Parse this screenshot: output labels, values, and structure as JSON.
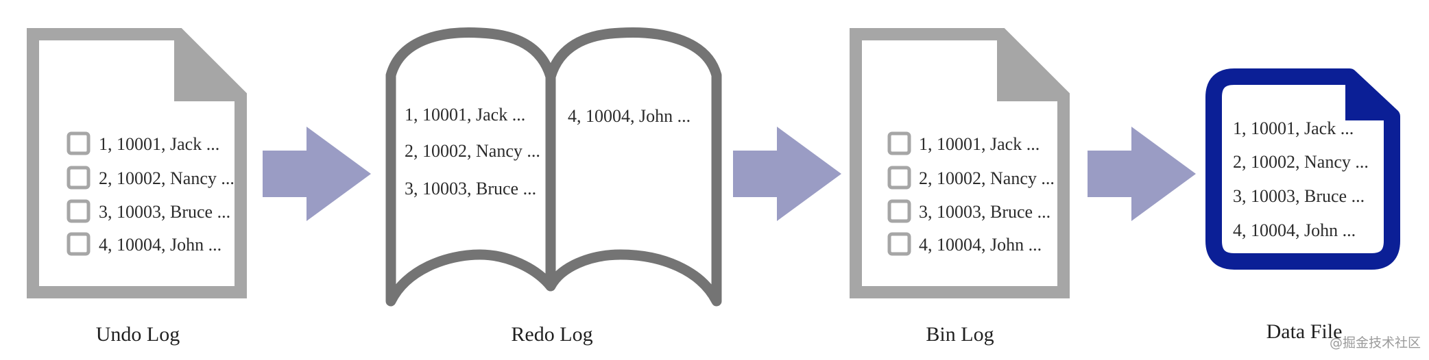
{
  "colors": {
    "gray_doc": "#a6a6a6",
    "book": "#747474",
    "arrow": "#9a9cc4",
    "data_file": "#0b1f96",
    "checkbox": "#a6a6a6",
    "text": "#2b2b2b"
  },
  "undo_log": {
    "caption": "Undo Log",
    "icon": "document-icon",
    "records": [
      "1, 10001, Jack ...",
      "2, 10002, Nancy ...",
      "3, 10003, Bruce ...",
      "4, 10004, John ..."
    ]
  },
  "redo_log": {
    "caption": "Redo Log",
    "icon": "open-book-icon",
    "left_page": [
      "1, 10001, Jack ...",
      "2, 10002, Nancy ...",
      "3, 10003, Bruce ..."
    ],
    "right_page": [
      "4, 10004, John ..."
    ]
  },
  "bin_log": {
    "caption": "Bin Log",
    "icon": "document-icon",
    "records": [
      "1, 10001, Jack ...",
      "2, 10002, Nancy ...",
      "3, 10003, Bruce ...",
      "4, 10004, John ..."
    ]
  },
  "data_file": {
    "caption": "Data File",
    "icon": "document-icon",
    "records": [
      "1, 10001, Jack ...",
      "2, 10002, Nancy ...",
      "3, 10003, Bruce ...",
      "4, 10004, John ..."
    ]
  },
  "watermark": "@掘金技术社区"
}
